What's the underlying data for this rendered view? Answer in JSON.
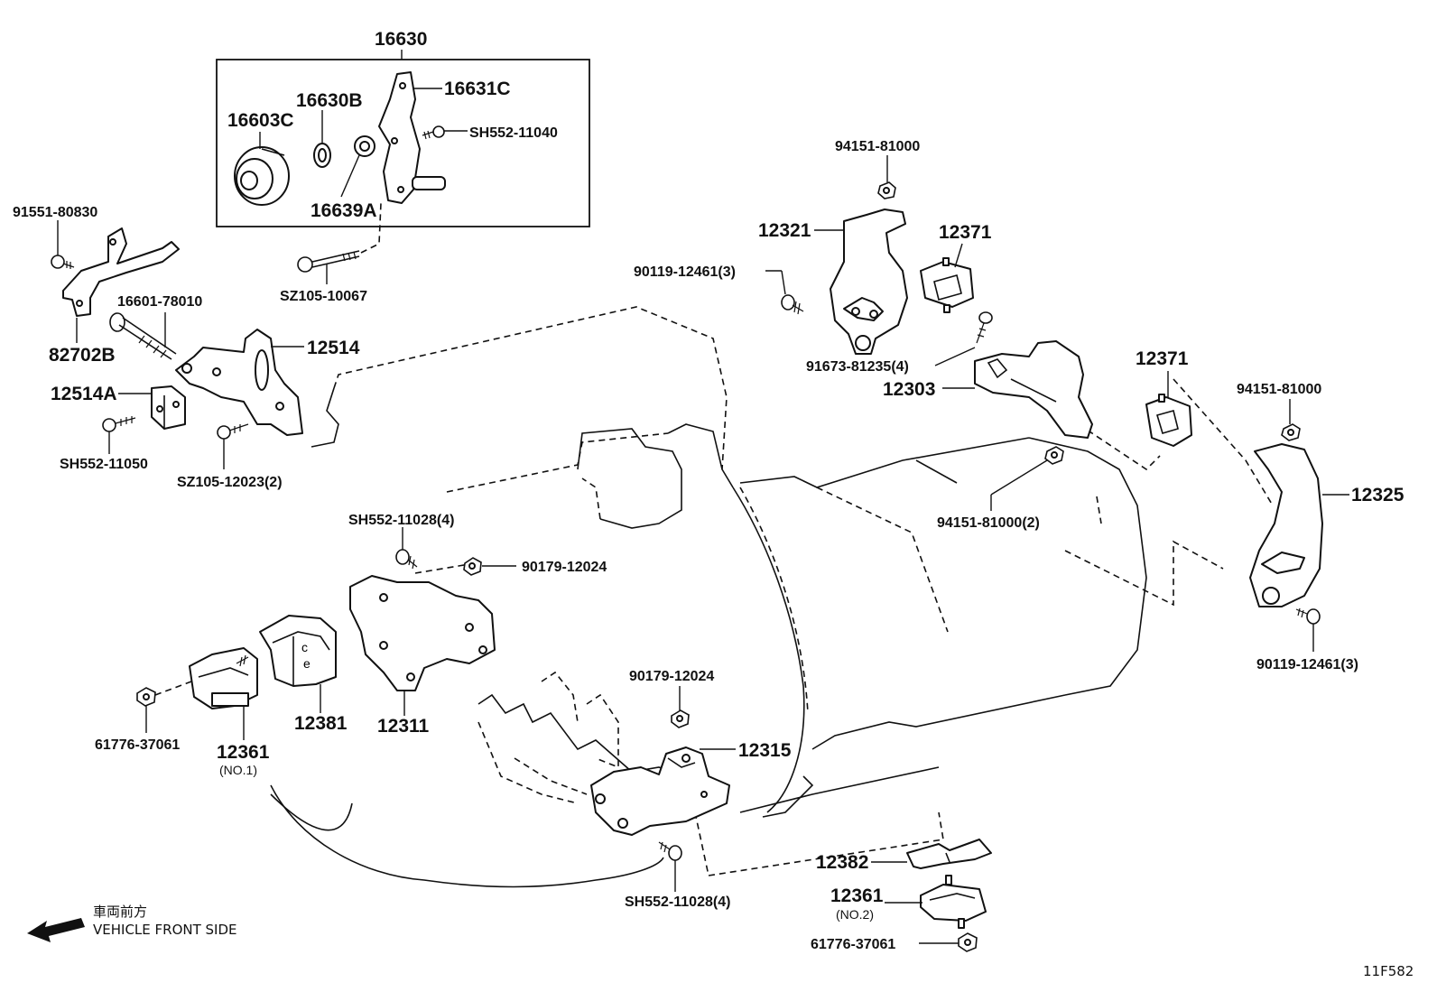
{
  "labels": {
    "l16630": "16630",
    "l16631C": "16631C",
    "lSH552_11040": "SH552-11040",
    "l16630B": "16630B",
    "l16603C": "16603C",
    "l16639A": "16639A",
    "l91551": "91551-80830",
    "lSZ105_10067": "SZ105-10067",
    "l16601": "16601-78010",
    "l82702B": "82702B",
    "l12514": "12514",
    "l12514A": "12514A",
    "lSH552_11050": "SH552-11050",
    "lSZ105_12023": "SZ105-12023(2)",
    "l94151_top": "94151-81000",
    "l12321": "12321",
    "l12371_top": "12371",
    "l90119_left": "90119-12461(3)",
    "l91673": "91673-81235(4)",
    "l12303": "12303",
    "l12371_right": "12371",
    "l94151_right": "94151-81000",
    "l12325": "12325",
    "l94151_mid": "94151-81000(2)",
    "l90119_right": "90119-12461(3)",
    "lSH552_11028_top": "SH552-11028(4)",
    "l90179_top": "90179-12024",
    "l12311": "12311",
    "l12381": "12381",
    "l12361_no1": "12361",
    "l12361_no1_sub": "(NO.1)",
    "l61776_left": "61776-37061",
    "l90179_mid": "90179-12024",
    "l12315": "12315",
    "lSH552_11028_bot": "SH552-11028(4)",
    "l12382": "12382",
    "l12361_no2": "12361",
    "l12361_no2_sub": "(NO.2)",
    "l61776_right": "61776-37061"
  },
  "direction_note": {
    "jp": "車両前方",
    "en": "VEHICLE FRONT SIDE"
  },
  "figure_code": "11F582"
}
